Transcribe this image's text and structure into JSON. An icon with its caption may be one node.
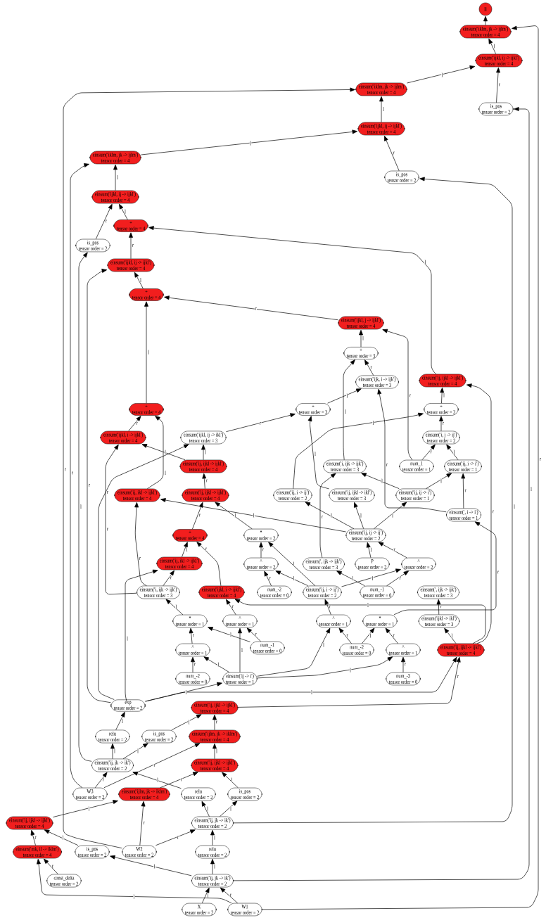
{
  "diagram": {
    "nodes": [
      {
        "text": [
          "ll"
        ]
      },
      {
        "text": [
          "einsum('iklm, jk -> ijlm')",
          "tensor order = 4"
        ]
      },
      {
        "text": [
          "einsum('ijkl, ij -> ijkl')",
          "tensor order = 4"
        ]
      },
      {
        "text": [
          "einsum('iklm, jk -> ijlm')",
          "tensor order = 4"
        ]
      },
      {
        "text": [
          "is_pos",
          "tensor order = 2"
        ]
      },
      {
        "text": [
          "einsum('ijkl, ij -> ijkl')",
          "tensor order = 4"
        ]
      },
      {
        "text": [
          "einsum('iklm, jk -> ijlm')",
          "tensor order = 4"
        ]
      },
      {
        "text": [
          "is_pos",
          "tensor order = 2"
        ]
      },
      {
        "text": [
          "einsum('ijkl, ij -> ijkl')",
          "tensor order = 4"
        ]
      },
      {
        "text": [
          "+",
          "tensor order = 4"
        ]
      },
      {
        "text": [
          "is_pos",
          "tensor order = 2"
        ]
      },
      {
        "text": [
          "einsum('ijkl, ij -> ijkl')",
          "tensor order = 4"
        ]
      },
      {
        "text": [
          "+",
          "tensor order = 4"
        ]
      },
      {
        "text": [
          "einsum('ijkl, j -> ijkl')",
          "tensor order = 4"
        ]
      },
      {
        "text": [
          "+",
          "tensor order = 3"
        ]
      },
      {
        "text": [
          "einsum('ijk, i -> ijk')",
          "tensor order = 3"
        ]
      },
      {
        "text": [
          "einsum('ij, ijkl -> ijkl')",
          "tensor order = 4"
        ]
      },
      {
        "text": [
          "+",
          "tensor order = 3"
        ]
      },
      {
        "text": [
          "+",
          "tensor order = 2"
        ]
      },
      {
        "text": [
          "+",
          "tensor order = 4"
        ]
      },
      {
        "text": [
          "einsum('ijkl, i -> ijkl')",
          "tensor order = 4"
        ]
      },
      {
        "text": [
          "einsum('ijkl, ij -> ikl')",
          "tensor order = 3"
        ]
      },
      {
        "text": [
          "einsum('i, j -> ij')",
          "tensor order = 2"
        ]
      },
      {
        "text": [
          "einsum('ij, ijkl -> ijkl')",
          "tensor order = 4"
        ]
      },
      {
        "text": [
          "einsum('i, ijk -> ijk')",
          "tensor order = 3"
        ]
      },
      {
        "text": [
          "num_1",
          "tensor order = 1"
        ]
      },
      {
        "text": [
          "einsum('ij, i -> i')",
          "tensor order = 1"
        ]
      },
      {
        "text": [
          "einsum('ij, ikl -> ijkl')",
          "tensor order = 4"
        ]
      },
      {
        "text": [
          "einsum('ij, ijkl -> ijkl')",
          "tensor order = 4"
        ]
      },
      {
        "text": [
          "einsum('ij, i -> ij')",
          "tensor order = 2"
        ]
      },
      {
        "text": [
          "einsum('ij, ijkl -> ikl')",
          "tensor order = 3"
        ]
      },
      {
        "text": [
          "einsum('ij, ij -> i')",
          "tensor order = 1"
        ]
      },
      {
        "text": [
          "einsum(', i -> i')",
          "tensor order = 1"
        ]
      },
      {
        "text": [
          "+",
          "tensor order = 4"
        ]
      },
      {
        "text": [
          "*",
          "tensor order = 2"
        ]
      },
      {
        "text": [
          "einsum('ij, ij -> ij')",
          "tensor order = 2"
        ]
      },
      {
        "text": [
          "einsum('ij, ikl -> ijkl')",
          "tensor order = 4"
        ]
      },
      {
        "text": [
          "^",
          "tensor order = 2"
        ]
      },
      {
        "text": [
          "einsum(', ijk -> ijk')",
          "tensor order = 3"
        ]
      },
      {
        "text": [
          "P",
          "tensor order = 2"
        ]
      },
      {
        "text": [
          "^",
          "tensor order = 2"
        ]
      },
      {
        "text": [
          "einsum('i, ijk -> ijk')",
          "tensor order = 3"
        ]
      },
      {
        "text": [
          "einsum('ijkl, i -> ijkl')",
          "tensor order = 4"
        ]
      },
      {
        "text": [
          "num_-2",
          "tensor order = 0"
        ]
      },
      {
        "text": [
          "einsum('ij, i -> ij')",
          "tensor order = 2"
        ]
      },
      {
        "text": [
          "num_-1",
          "tensor order = 0"
        ]
      },
      {
        "text": [
          "einsum(', ijk -> ijk')",
          "tensor order = 3"
        ]
      },
      {
        "text": [
          "*",
          "tensor order = 1"
        ]
      },
      {
        "text": [
          "^",
          "tensor order = 1"
        ]
      },
      {
        "text": [
          "^",
          "tensor order = 1"
        ]
      },
      {
        "text": [
          "*",
          "tensor order = 1"
        ]
      },
      {
        "text": [
          "einsum('ijkl -> ikl')",
          "tensor order = 3"
        ]
      },
      {
        "text": [
          "num_-1",
          "tensor order = 0"
        ]
      },
      {
        "text": [
          "^",
          "tensor order = 1"
        ]
      },
      {
        "text": [
          "num_-2",
          "tensor order = 0"
        ]
      },
      {
        "text": [
          "^",
          "tensor order = 1"
        ]
      },
      {
        "text": [
          "einsum('ij, ijkl -> ijkl')",
          "tensor order = 4"
        ]
      },
      {
        "text": [
          "num_-2",
          "tensor order = 0"
        ]
      },
      {
        "text": [
          "einsum('ij -> i')",
          "tensor order = 1"
        ]
      },
      {
        "text": [
          "num_-3",
          "tensor order = 0"
        ]
      },
      {
        "text": [
          "exp",
          "tensor order = 2"
        ]
      },
      {
        "text": [
          "einsum('ij, ijkl -> ijkl')",
          "tensor order = 4"
        ]
      },
      {
        "text": [
          "relu",
          "tensor order = 2"
        ]
      },
      {
        "text": [
          "is_pos",
          "tensor order = 2"
        ]
      },
      {
        "text": [
          "einsum('ijlm, jk -> iklm')",
          "tensor order = 4"
        ]
      },
      {
        "text": [
          "einsum('ij, jk -> ik')",
          "tensor order = 2"
        ]
      },
      {
        "text": [
          "einsum('ij, ijkl -> ijkl')",
          "tensor order = 4"
        ]
      },
      {
        "text": [
          "W3",
          "tensor order = 2"
        ]
      },
      {
        "text": [
          "einsum('ijlm, jk -> iklm')",
          "tensor order = 4"
        ]
      },
      {
        "text": [
          "relu",
          "tensor order = 2"
        ]
      },
      {
        "text": [
          "is_pos",
          "tensor order = 2"
        ]
      },
      {
        "text": [
          "einsum('ij, ijkl -> ijkl')",
          "tensor order = 4"
        ]
      },
      {
        "text": [
          "einsum('ij, jk -> ik')",
          "tensor order = 2"
        ]
      },
      {
        "text": [
          "einsum('mk, il -> iklm')",
          "tensor order = 4"
        ]
      },
      {
        "text": [
          "is_pos",
          "tensor order = 2"
        ]
      },
      {
        "text": [
          "W2",
          "tensor order = 2"
        ]
      },
      {
        "text": [
          "relu",
          "tensor order = 2"
        ]
      },
      {
        "text": [
          "const_delta",
          "tensor order = 2"
        ]
      },
      {
        "text": [
          "einsum('ij, jk -> ik')",
          "tensor order = 2"
        ]
      },
      {
        "text": [
          "X",
          "tensor order = 2"
        ]
      },
      {
        "text": [
          "W1",
          "tensor order = 2"
        ]
      }
    ],
    "edges": [
      {
        "from": 1,
        "to": 0,
        "arrow": "to"
      },
      {
        "from": 2,
        "to": 1,
        "arrow": "to",
        "label": "l"
      },
      {
        "from": 80,
        "to": 1,
        "arrow": "to",
        "label": "r"
      },
      {
        "from": 3,
        "to": 2,
        "arrow": "to",
        "label": "l"
      },
      {
        "from": 4,
        "to": 2,
        "arrow": "to",
        "label": "r"
      },
      {
        "from": 5,
        "to": 3,
        "arrow": "to",
        "label": "l"
      },
      {
        "from": 75,
        "to": 3,
        "arrow": "to",
        "label": "r"
      },
      {
        "from": 78,
        "to": 4,
        "arrow": "to",
        "label": "l"
      },
      {
        "from": 6,
        "to": 5,
        "arrow": "to",
        "label": "l"
      },
      {
        "from": 7,
        "to": 5,
        "arrow": "to",
        "label": "r"
      },
      {
        "from": 72,
        "to": 7,
        "arrow": "to",
        "label": "l"
      },
      {
        "from": 8,
        "to": 6,
        "arrow": "to",
        "label": "l"
      },
      {
        "from": 67,
        "to": 6,
        "arrow": "to",
        "label": "r"
      },
      {
        "from": 9,
        "to": 8,
        "arrow": "to",
        "label": "l"
      },
      {
        "from": 10,
        "to": 8,
        "arrow": "to",
        "label": "r"
      },
      {
        "from": 65,
        "to": 10,
        "arrow": "to",
        "label": "l"
      },
      {
        "from": 16,
        "to": 9,
        "arrow": "to",
        "label": "l"
      },
      {
        "from": 11,
        "to": 9,
        "arrow": "to",
        "label": "r"
      },
      {
        "from": 12,
        "to": 11,
        "arrow": "to",
        "label": "l"
      },
      {
        "from": 60,
        "to": 11,
        "arrow": "to",
        "label": "r"
      },
      {
        "from": 19,
        "to": 12,
        "arrow": "to",
        "label": "l"
      },
      {
        "from": 13,
        "to": 12,
        "arrow": "to",
        "label": "r"
      },
      {
        "from": 14,
        "to": 13,
        "arrow": "to",
        "label": "l"
      },
      {
        "from": 25,
        "to": 13,
        "arrow": "to",
        "label": "r"
      },
      {
        "from": 24,
        "to": 14,
        "arrow": "to",
        "label": "l"
      },
      {
        "from": 15,
        "to": 14,
        "arrow": "to",
        "label": "r"
      },
      {
        "from": 17,
        "to": 15,
        "arrow": "to",
        "label": "l"
      },
      {
        "from": 32,
        "to": 15,
        "arrow": "to",
        "label": "r"
      },
      {
        "from": 18,
        "to": 16,
        "arrow": "to",
        "label": "l"
      },
      {
        "from": 56,
        "to": 16,
        "arrow": "to",
        "label": "r"
      },
      {
        "from": 30,
        "to": 17,
        "arrow": "to",
        "label": "l"
      },
      {
        "from": 21,
        "to": 17,
        "arrow": "to",
        "label": "r"
      },
      {
        "from": 29,
        "to": 18,
        "arrow": "to",
        "label": "l"
      },
      {
        "from": 22,
        "to": 18,
        "arrow": "to",
        "label": "r"
      },
      {
        "from": 27,
        "to": 19,
        "arrow": "to",
        "label": "l"
      },
      {
        "from": 20,
        "to": 19,
        "arrow": "to",
        "label": "r"
      },
      {
        "from": 23,
        "to": 20,
        "arrow": "to",
        "label": "l"
      },
      {
        "from": 41,
        "to": 20,
        "arrow": "to",
        "label": "r"
      },
      {
        "from": 23,
        "to": 21,
        "arrow": "to",
        "label": "l"
      },
      {
        "from": 60,
        "to": 21,
        "arrow": "to",
        "label": "r"
      },
      {
        "from": 26,
        "to": 22,
        "arrow": "to",
        "label": "l"
      },
      {
        "from": 25,
        "to": 22,
        "arrow": "to",
        "label": "r"
      },
      {
        "from": 28,
        "to": 23,
        "arrow": "to",
        "label": "r"
      },
      {
        "from": 31,
        "to": 24,
        "arrow": "to",
        "label": "l"
      },
      {
        "from": 38,
        "to": 24,
        "arrow": "to",
        "label": "r"
      },
      {
        "from": 31,
        "to": 26,
        "arrow": "to",
        "label": "l"
      },
      {
        "from": 32,
        "to": 26,
        "arrow": "to",
        "label": "r"
      },
      {
        "from": 35,
        "to": 27,
        "arrow": "to",
        "label": "l"
      },
      {
        "from": 41,
        "to": 27,
        "arrow": "to",
        "label": "r"
      },
      {
        "from": 34,
        "to": 28,
        "arrow": "to",
        "label": "l"
      },
      {
        "from": 33,
        "to": 28,
        "arrow": "to",
        "label": "r"
      },
      {
        "from": 35,
        "to": 29,
        "arrow": "to",
        "label": "l"
      },
      {
        "from": 35,
        "to": 30,
        "arrow": "to",
        "label": "l"
      },
      {
        "from": 35,
        "to": 31,
        "arrow": "to",
        "label": "l"
      },
      {
        "from": 50,
        "to": 32,
        "arrow": "to",
        "label": "r"
      },
      {
        "from": 36,
        "to": 33,
        "arrow": "to",
        "label": "l"
      },
      {
        "from": 42,
        "to": 33,
        "arrow": "to",
        "label": "r"
      },
      {
        "from": 44,
        "to": 34,
        "arrow": "to",
        "label": "l"
      },
      {
        "from": 37,
        "to": 34,
        "arrow": "to",
        "label": "r"
      },
      {
        "from": 39,
        "to": 35,
        "arrow": "to",
        "label": "l"
      },
      {
        "from": 40,
        "to": 35,
        "arrow": "to",
        "label": "r"
      },
      {
        "from": 60,
        "to": 36,
        "arrow": "to",
        "label": "l"
      },
      {
        "from": 41,
        "to": 36,
        "arrow": "to",
        "label": "r"
      },
      {
        "from": 44,
        "to": 37,
        "arrow": "to",
        "label": "l"
      },
      {
        "from": 43,
        "to": 37,
        "arrow": "to",
        "label": "r"
      },
      {
        "from": 45,
        "to": 38,
        "arrow": "to",
        "label": "l"
      },
      {
        "from": 44,
        "to": 40,
        "arrow": "to",
        "label": "l"
      },
      {
        "from": 45,
        "to": 40,
        "arrow": "to",
        "label": "r"
      },
      {
        "from": 47,
        "to": 41,
        "arrow": "to",
        "label": "l"
      },
      {
        "from": 56,
        "to": 42,
        "arrow": "to",
        "label": "l"
      },
      {
        "from": 48,
        "to": 42,
        "arrow": "to",
        "label": "r"
      },
      {
        "from": 49,
        "to": 44,
        "arrow": "to",
        "label": "r"
      },
      {
        "from": 51,
        "to": 46,
        "arrow": "to",
        "label": "r"
      },
      {
        "from": 52,
        "to": 47,
        "arrow": "to",
        "label": "l"
      },
      {
        "from": 53,
        "to": 47,
        "arrow": "to",
        "label": "r"
      },
      {
        "from": 58,
        "to": 48,
        "arrow": "to",
        "label": "l"
      },
      {
        "from": 52,
        "to": 48,
        "arrow": "to",
        "label": "r"
      },
      {
        "from": 58,
        "to": 49,
        "arrow": "to",
        "label": "l"
      },
      {
        "from": 54,
        "to": 49,
        "arrow": "to",
        "label": "r"
      },
      {
        "from": 54,
        "to": 50,
        "arrow": "to",
        "label": "l"
      },
      {
        "from": 55,
        "to": 50,
        "arrow": "to",
        "label": "r"
      },
      {
        "from": 56,
        "to": 51,
        "arrow": "to",
        "label": "l"
      },
      {
        "from": 58,
        "to": 53,
        "arrow": "to",
        "label": "l"
      },
      {
        "from": 57,
        "to": 53,
        "arrow": "to",
        "label": "r"
      },
      {
        "from": 58,
        "to": 55,
        "arrow": "to",
        "label": "l"
      },
      {
        "from": 59,
        "to": 55,
        "arrow": "to",
        "label": "r"
      },
      {
        "from": 60,
        "to": 56,
        "arrow": "to",
        "label": "l"
      },
      {
        "from": 61,
        "to": 56,
        "arrow": "to",
        "label": "r"
      },
      {
        "from": 60,
        "to": 58,
        "arrow": "to",
        "label": "l"
      },
      {
        "from": 62,
        "to": 60,
        "arrow": "to",
        "label": "l"
      },
      {
        "from": 63,
        "to": 61,
        "arrow": "to",
        "label": "l"
      },
      {
        "from": 64,
        "to": 61,
        "arrow": "to",
        "label": "r"
      },
      {
        "from": 65,
        "to": 62,
        "arrow": "to",
        "label": "l"
      },
      {
        "from": 65,
        "to": 63,
        "arrow": "to",
        "label": "l"
      },
      {
        "from": 66,
        "to": 64,
        "arrow": "to",
        "label": "l"
      },
      {
        "from": 67,
        "to": 64,
        "arrow": "to",
        "label": "r"
      },
      {
        "from": 69,
        "to": 65,
        "arrow": "to",
        "label": "l"
      },
      {
        "from": 67,
        "to": 65,
        "arrow": "to",
        "label": "r"
      },
      {
        "from": 70,
        "to": 66,
        "arrow": "to",
        "label": "l"
      },
      {
        "from": 68,
        "to": 66,
        "arrow": "to",
        "label": "r"
      },
      {
        "from": 71,
        "to": 68,
        "arrow": "to",
        "label": "l"
      },
      {
        "from": 75,
        "to": 68,
        "arrow": "to",
        "label": "r"
      },
      {
        "from": 72,
        "to": 69,
        "arrow": "to",
        "label": "l"
      },
      {
        "from": 72,
        "to": 70,
        "arrow": "to",
        "label": "l"
      },
      {
        "from": 74,
        "to": 71,
        "arrow": "to",
        "label": "l"
      },
      {
        "from": 73,
        "to": 71,
        "arrow": "to",
        "label": "r"
      },
      {
        "from": 76,
        "to": 72,
        "arrow": "to",
        "label": "l"
      },
      {
        "from": 75,
        "to": 72,
        "arrow": "to",
        "label": "r"
      },
      {
        "from": 80,
        "to": 73,
        "arrow": "to",
        "label": "l"
      },
      {
        "from": 77,
        "to": 73,
        "arrow": "to",
        "label": "r"
      },
      {
        "from": 78,
        "to": 74,
        "arrow": "to",
        "label": "l"
      },
      {
        "from": 78,
        "to": 76,
        "arrow": "to",
        "label": "l"
      },
      {
        "from": 79,
        "to": 78,
        "arrow": "to",
        "label": "l"
      },
      {
        "from": 80,
        "to": 78,
        "arrow": "to",
        "label": "r"
      }
    ]
  }
}
